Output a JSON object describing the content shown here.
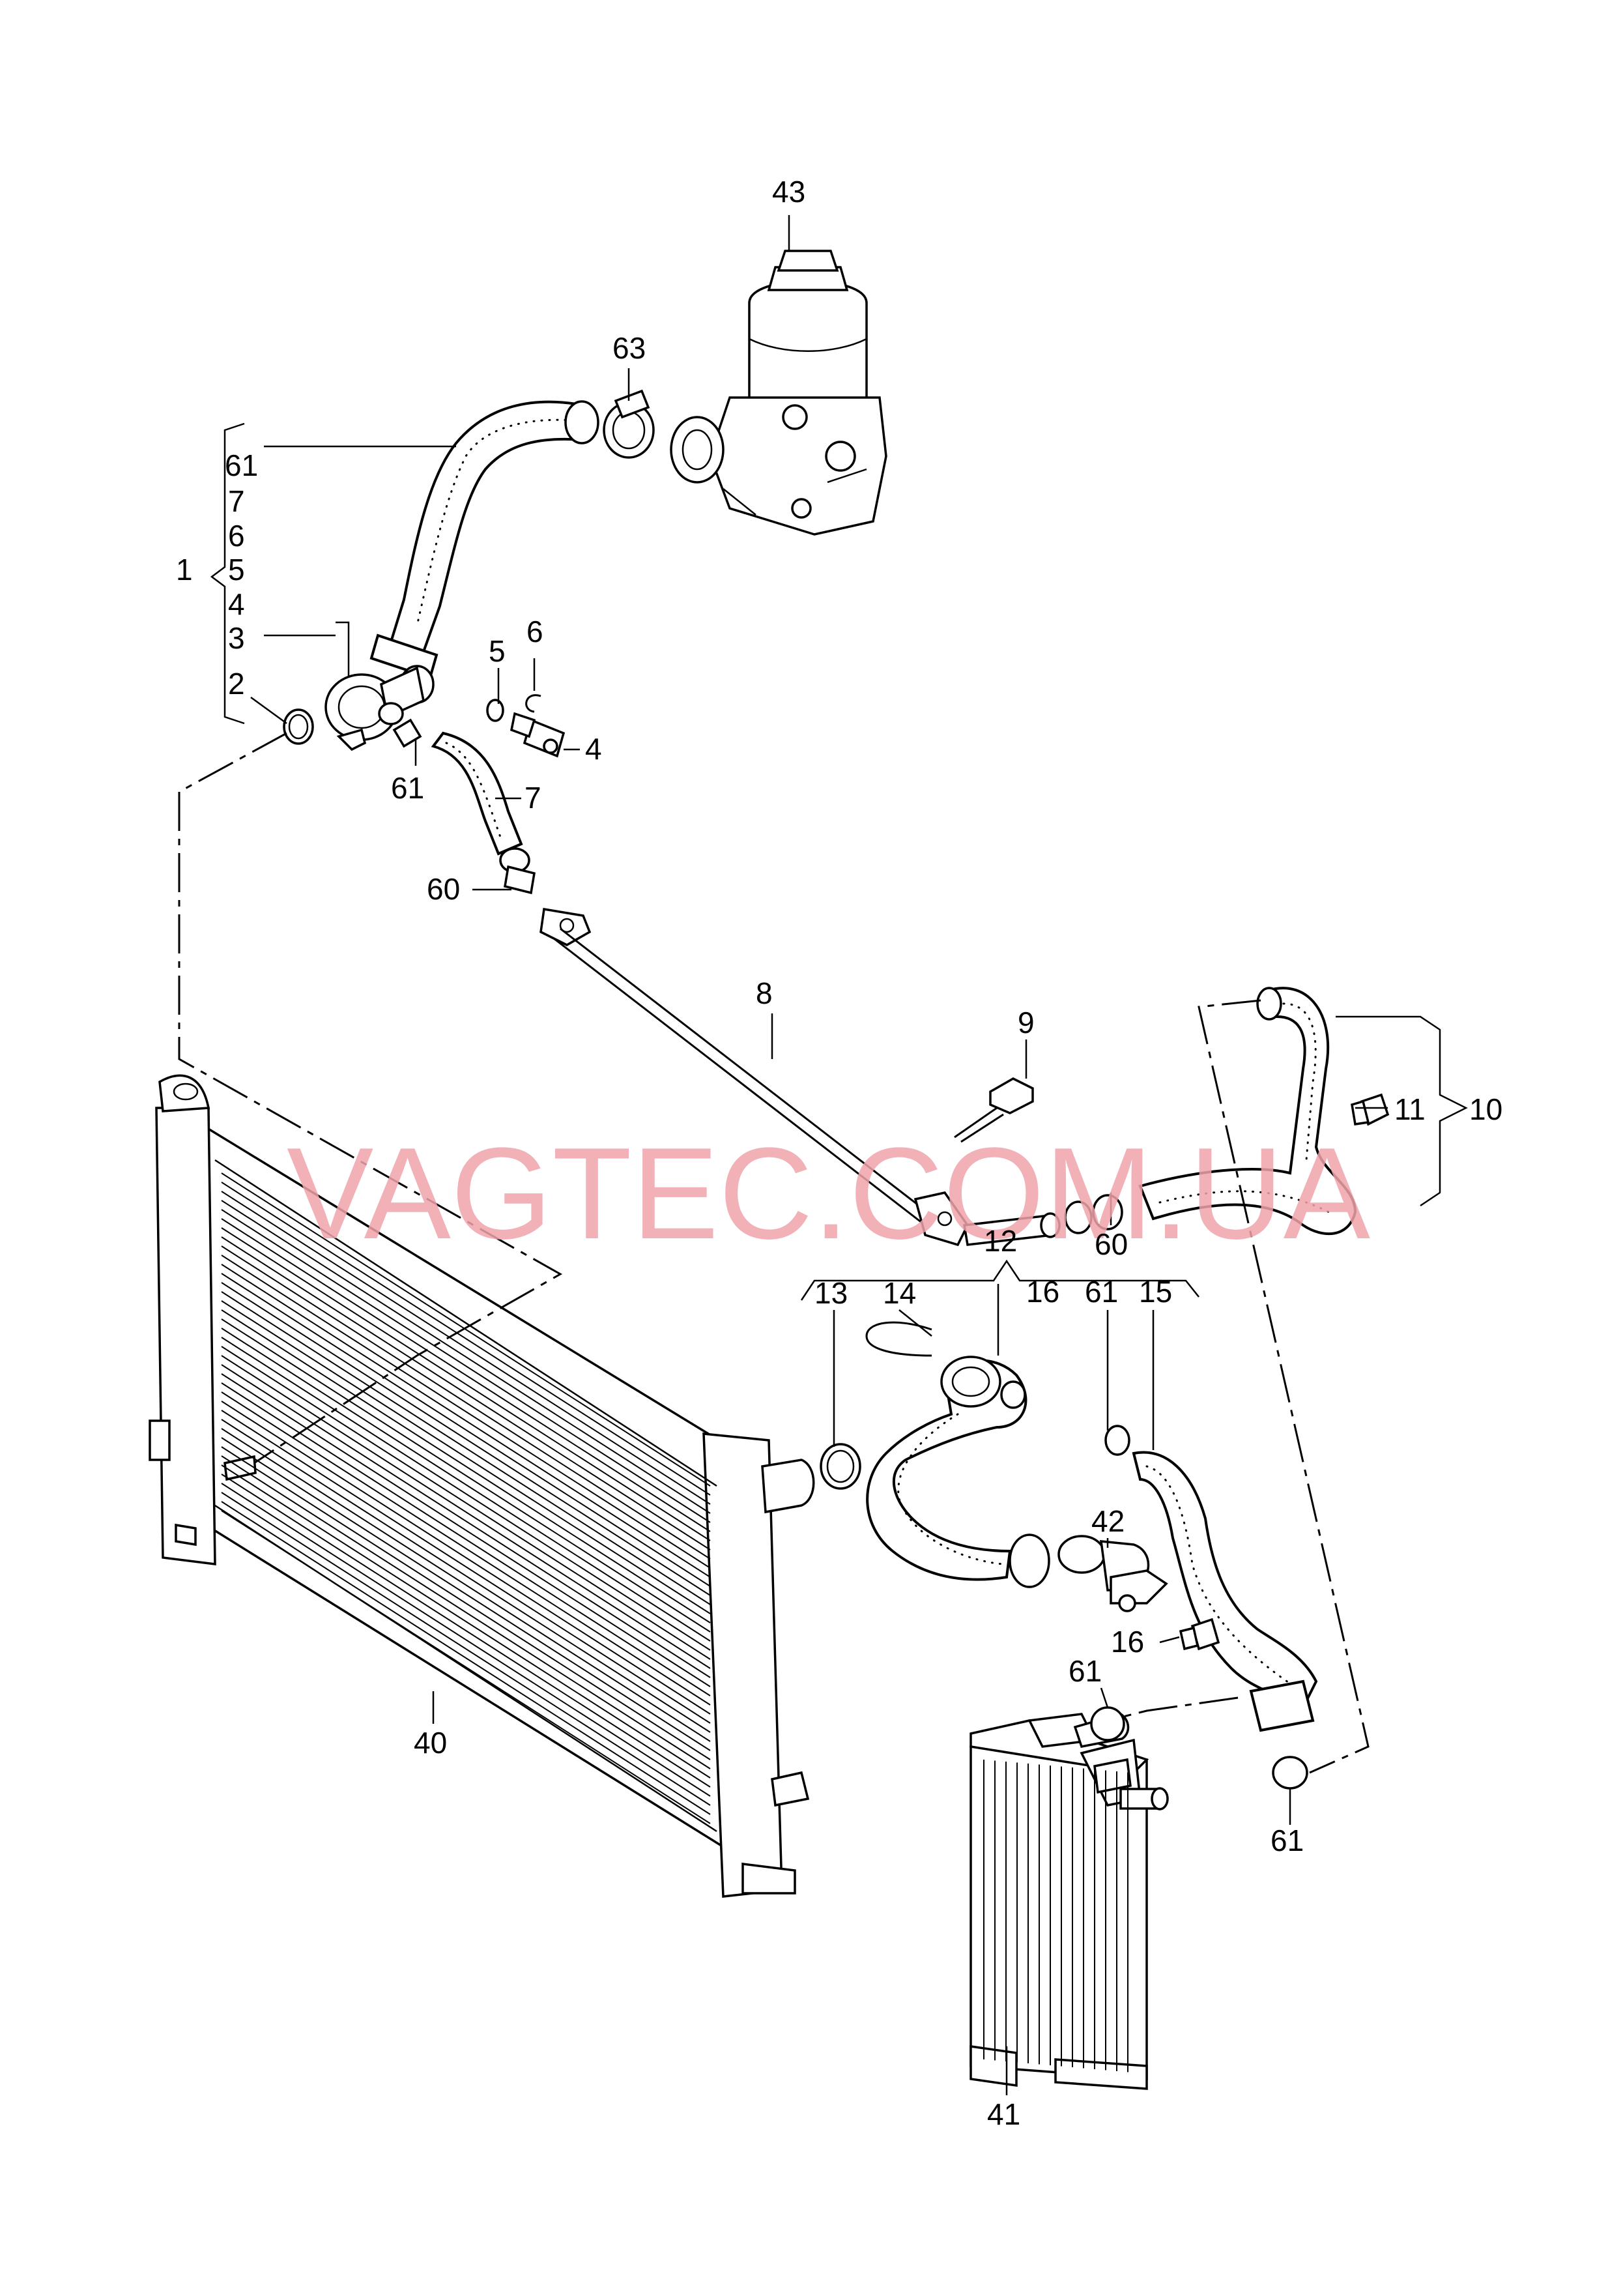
{
  "labels": {
    "p43": "43",
    "p63": "63",
    "g61": "61",
    "g7": "7",
    "g6": "6",
    "g5": "5",
    "g4": "4",
    "g3": "3",
    "p1": "1",
    "p2": "2",
    "p5": "5",
    "p6": "6",
    "p4": "4",
    "p61a": "61",
    "p7": "7",
    "p60a": "60",
    "p8": "8",
    "p9": "9",
    "p11": "11",
    "p10": "10",
    "p60b": "60",
    "p12": "12",
    "p13": "13",
    "p14": "14",
    "p16a": "16",
    "p61b": "61",
    "p15": "15",
    "p42": "42",
    "p16b": "16",
    "p61c": "61",
    "p61d": "61",
    "p40": "40",
    "p41": "41"
  },
  "watermark": "VAGTEC.COM.UA",
  "colors": {
    "watermark": "#f0a3ab",
    "line": "#000000",
    "background": "#ffffff"
  }
}
